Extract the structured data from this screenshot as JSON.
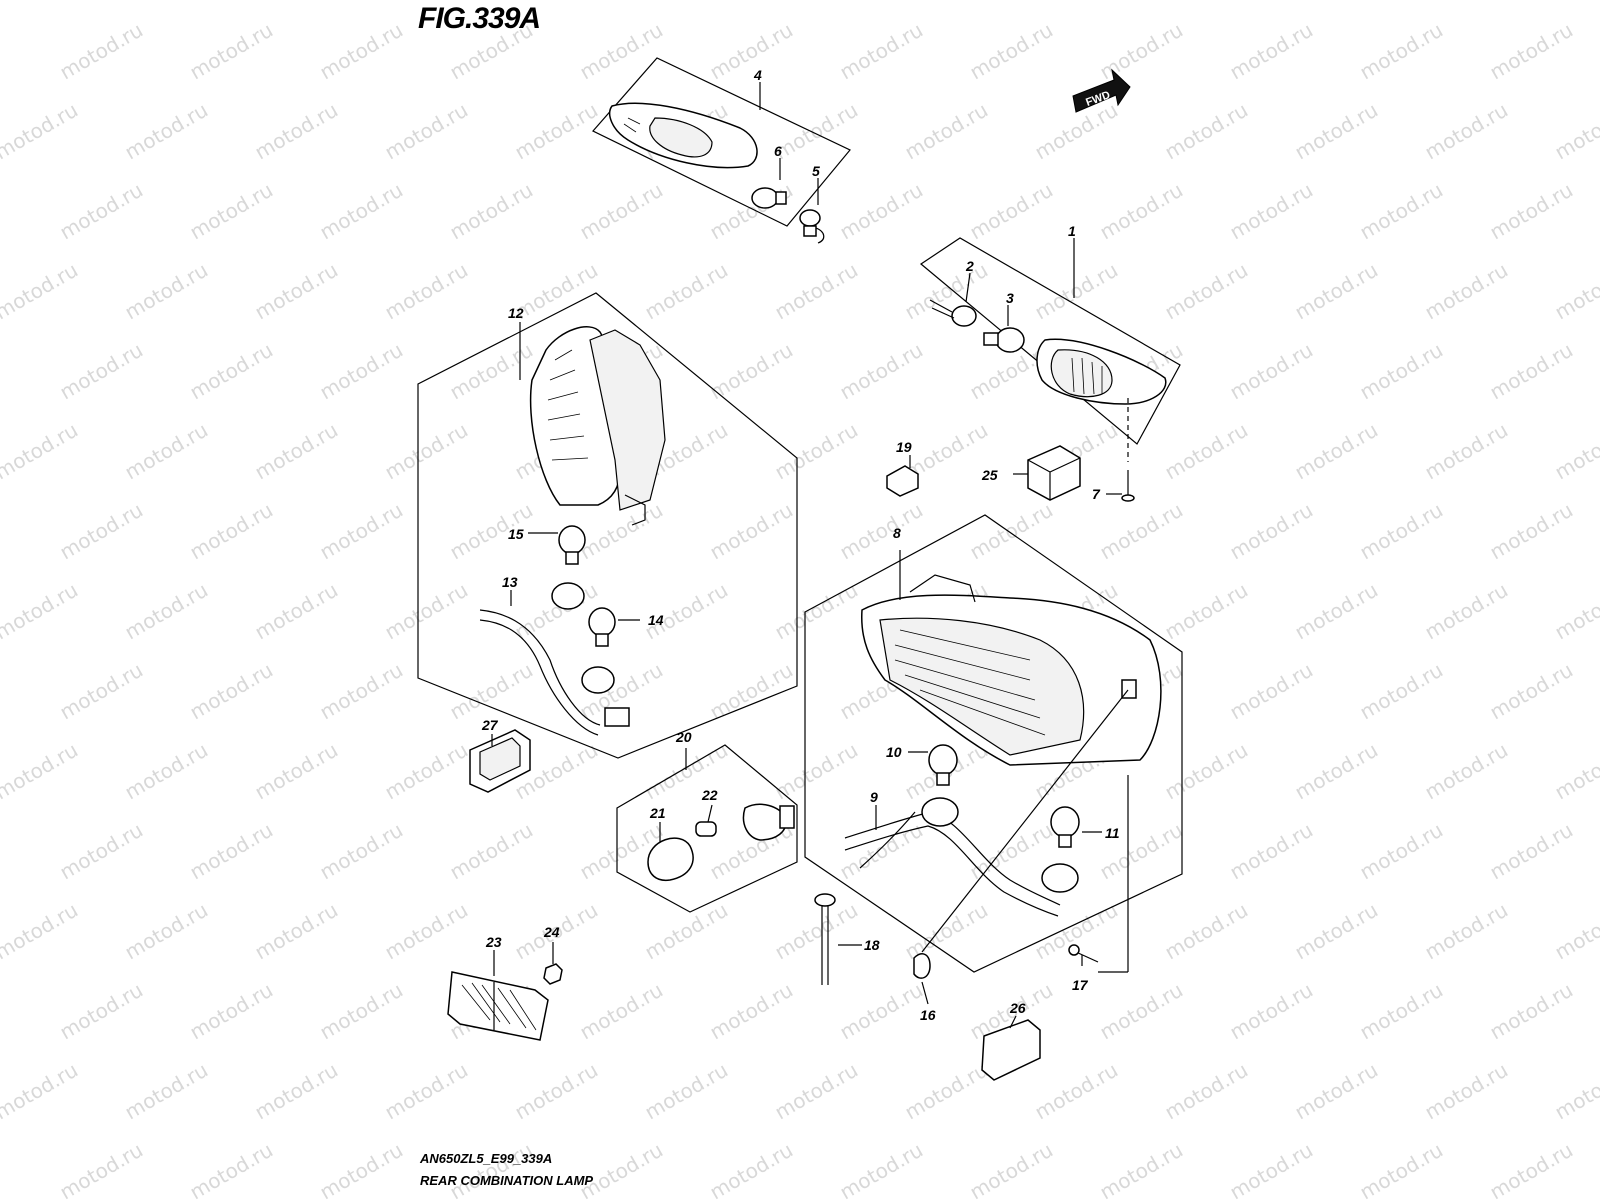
{
  "figure": {
    "title": "FIG.339A",
    "code": "AN650ZL5_E99_339A",
    "name": "REAR COMBINATION LAMP",
    "fwd_label": "FWD",
    "watermark_text": "motod.ru"
  },
  "callouts": [
    "1",
    "2",
    "3",
    "4",
    "5",
    "6",
    "7",
    "8",
    "9",
    "10",
    "11",
    "12",
    "13",
    "14",
    "15",
    "16",
    "17",
    "18",
    "19",
    "20",
    "21",
    "22",
    "23",
    "24",
    "25",
    "26",
    "27"
  ],
  "colors": {
    "line": "#000000",
    "watermark": "#d8d8d8",
    "background": "#ffffff"
  }
}
